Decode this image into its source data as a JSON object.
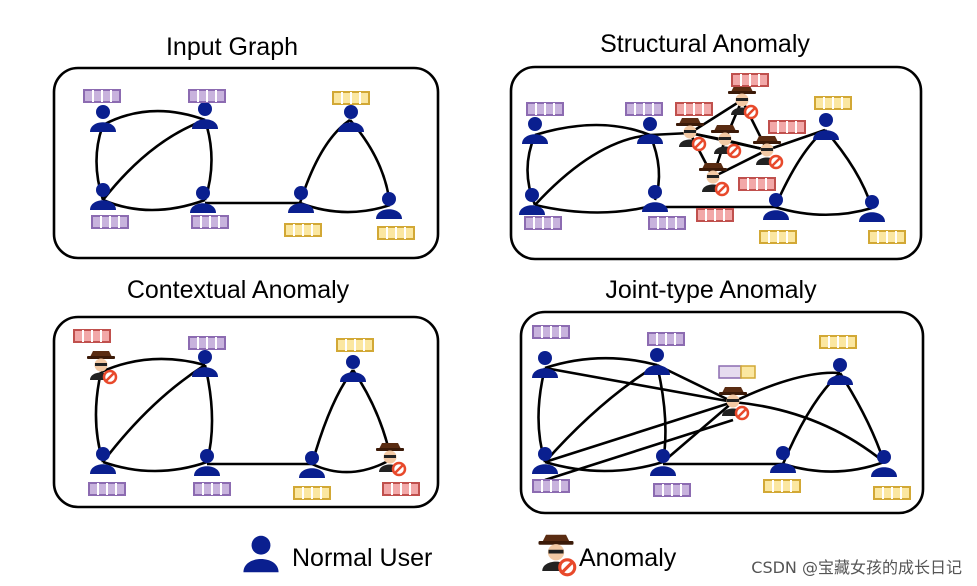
{
  "colors": {
    "user": "#0a1f8f",
    "purple_fill": "#c8b3dd",
    "purple_stroke": "#8c6bb1",
    "yellow_fill": "#fbe7a1",
    "yellow_stroke": "#d2a835",
    "red_fill": "#f2a8a8",
    "red_stroke": "#c0504d",
    "anomaly_badge": "#e8492b"
  },
  "panels": {
    "input": {
      "title": "Input Graph"
    },
    "structural": {
      "title": "Structural Anomaly"
    },
    "contextual": {
      "title": "Contextual Anomaly"
    },
    "joint": {
      "title": "Joint-type Anomaly"
    }
  },
  "legend": {
    "normal": {
      "label": "Normal User",
      "icon": "user-icon"
    },
    "anomaly": {
      "label": "Anomaly",
      "icon": "anomaly-icon"
    }
  },
  "watermark": "CSDN @宝藏女孩的成长日记"
}
